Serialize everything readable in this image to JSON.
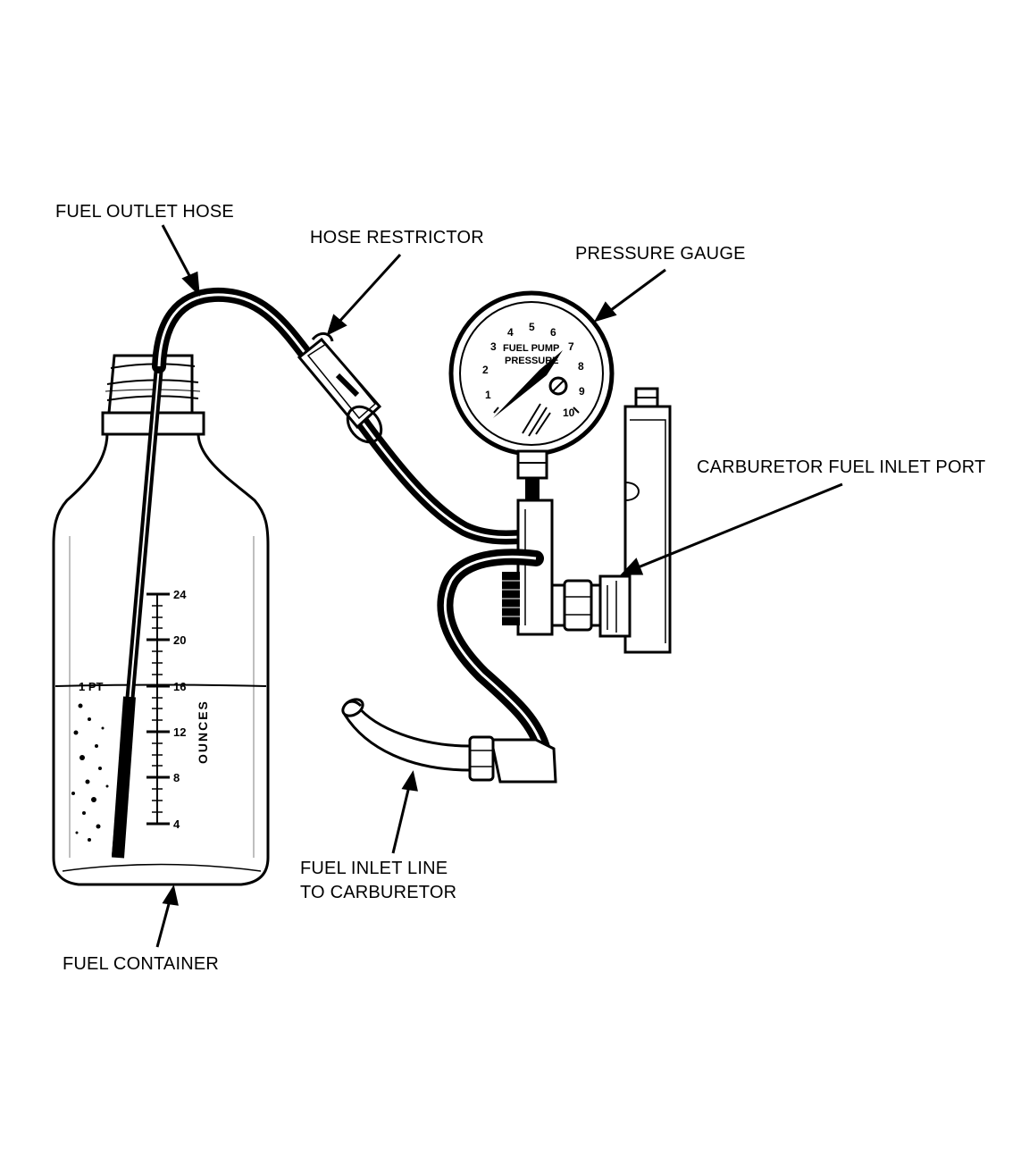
{
  "labels": {
    "fuel_outlet_hose": "FUEL OUTLET HOSE",
    "hose_restrictor": "HOSE RESTRICTOR",
    "pressure_gauge": "PRESSURE GAUGE",
    "carburetor_fuel_inlet_port": "CARBURETOR FUEL INLET PORT",
    "fuel_inlet_line_1": "FUEL INLET LINE",
    "fuel_inlet_line_2": "TO CARBURETOR",
    "fuel_container": "FUEL CONTAINER"
  },
  "container": {
    "pint_mark": "1 PT",
    "unit": "OUNCES",
    "scale": [
      "24",
      "20",
      "16",
      "12",
      "8",
      "4"
    ]
  },
  "gauge": {
    "face_line1": "FUEL PUMP",
    "face_line2": "PRESSURE",
    "numbers": [
      "1",
      "2",
      "3",
      "4",
      "5",
      "6",
      "7",
      "8",
      "9",
      "10"
    ]
  }
}
